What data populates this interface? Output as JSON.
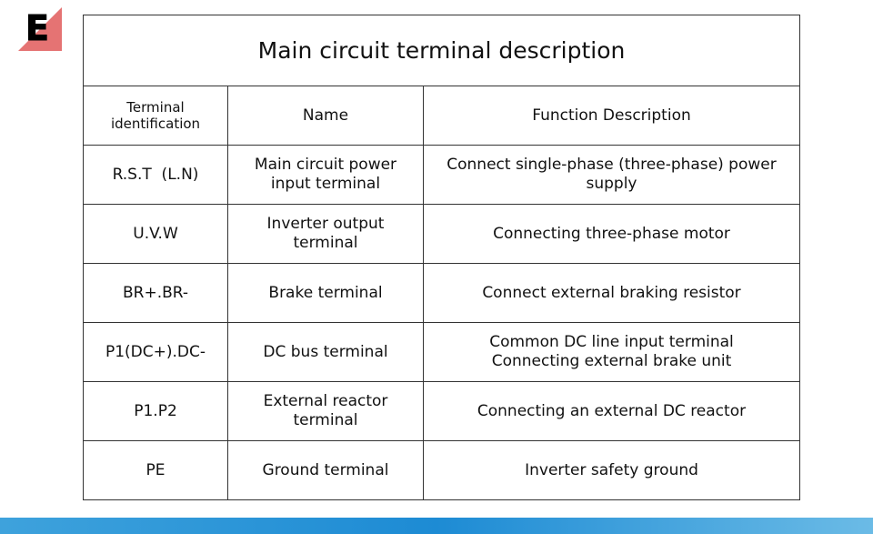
{
  "logo": {
    "letter": "E",
    "accent_color": "#e57373"
  },
  "table": {
    "title": "Main circuit terminal description",
    "headers": [
      "Terminal identification",
      "Name",
      "Function Description"
    ],
    "rows": [
      {
        "id": "R.S.T  (L.N)",
        "name": "Main circuit power input terminal",
        "function": "Connect single-phase (three-phase) power supply"
      },
      {
        "id": "U.V.W",
        "name": "Inverter output terminal",
        "function": "Connecting three-phase motor"
      },
      {
        "id": "BR+.BR-",
        "name": "Brake terminal",
        "function": "Connect external braking resistor"
      },
      {
        "id": "P1(DC+).DC-",
        "name": "DC bus terminal",
        "function": "Common DC line input terminal\nConnecting external brake unit"
      },
      {
        "id": "P1.P2",
        "name": "External reactor terminal",
        "function": "Connecting an external DC reactor"
      },
      {
        "id": "PE",
        "name": "Ground terminal",
        "function": "Inverter safety ground"
      }
    ]
  },
  "colors": {
    "border": "#333333",
    "bottom_bar": "#1d8bd4"
  }
}
